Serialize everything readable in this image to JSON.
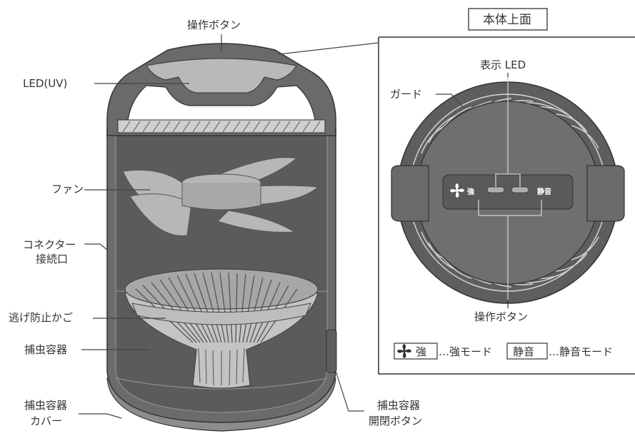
{
  "labels": {
    "top_button": "操作ボタン",
    "led_uv": "LED(UV)",
    "fan": "ファン",
    "connector_1": "コネクター",
    "connector_2": "接続口",
    "escape_basket": "逃げ防止かご",
    "container": "捕虫容器",
    "cover_1": "捕虫容器",
    "cover_2": "カバー",
    "open_btn_1": "捕虫容器",
    "open_btn_2": "開閉ボタン"
  },
  "inset": {
    "title": "本体上面",
    "display_led": "表示 LED",
    "guard": "ガード",
    "operation_button": "操作ボタン",
    "strong_button": "強",
    "quiet_button": "静音",
    "legend_strong_key": "強",
    "legend_strong_desc": "…強モード",
    "legend_quiet_key": "静音",
    "legend_quiet_desc": "…静音モード"
  },
  "icons": [
    "fan-icon"
  ],
  "colors": {
    "body_dark": "#5a5a5c",
    "body_mid": "#767678",
    "light_part": "#b8b8ba",
    "line": "#444444"
  }
}
